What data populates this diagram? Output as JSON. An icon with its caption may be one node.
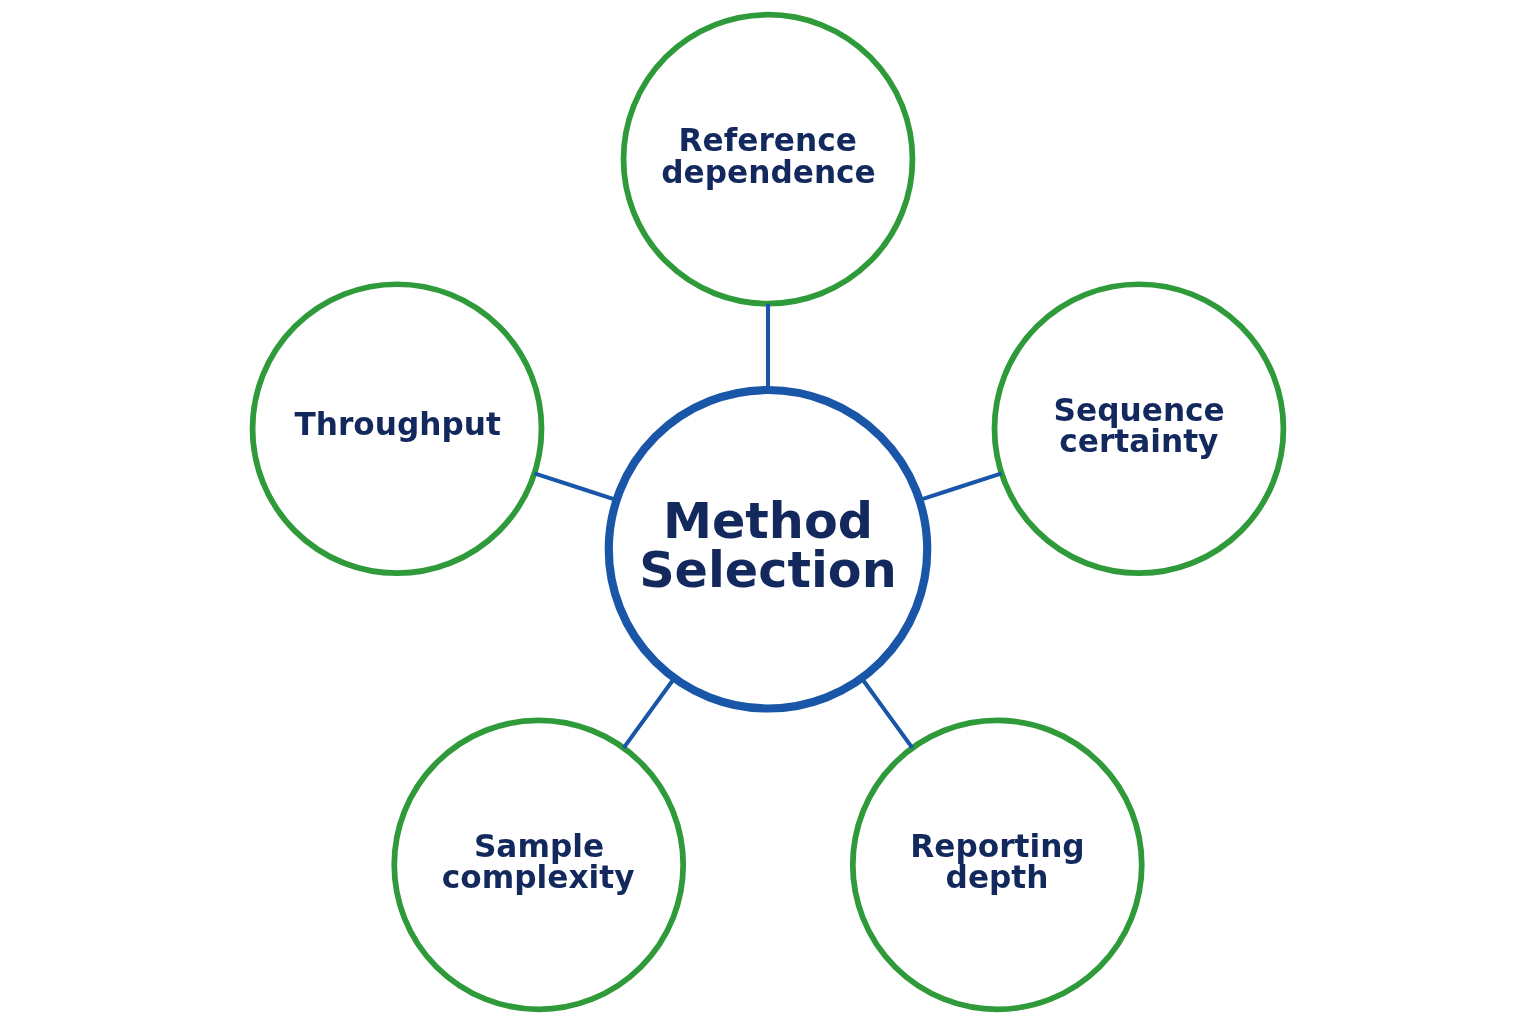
{
  "diagram": {
    "nodes": [
      {
        "text": [
          "Method Selection"
        ]
      },
      {
        "text": [
          "Reference dependence"
        ]
      },
      {
        "text": [
          "Throughput"
        ]
      },
      {
        "text": [
          "Sequence certainty"
        ]
      },
      {
        "text": [
          "Sample complexity"
        ]
      },
      {
        "text": [
          "Reporting depth"
        ]
      }
    ],
    "edges": [
      {
        "from": 0,
        "to": 1,
        "arrow": "none"
      },
      {
        "from": 0,
        "to": 3,
        "arrow": "none"
      },
      {
        "from": 0,
        "to": 5,
        "arrow": "none"
      },
      {
        "from": 0,
        "to": 4,
        "arrow": "none"
      },
      {
        "from": 0,
        "to": 2,
        "arrow": "none"
      }
    ]
  }
}
